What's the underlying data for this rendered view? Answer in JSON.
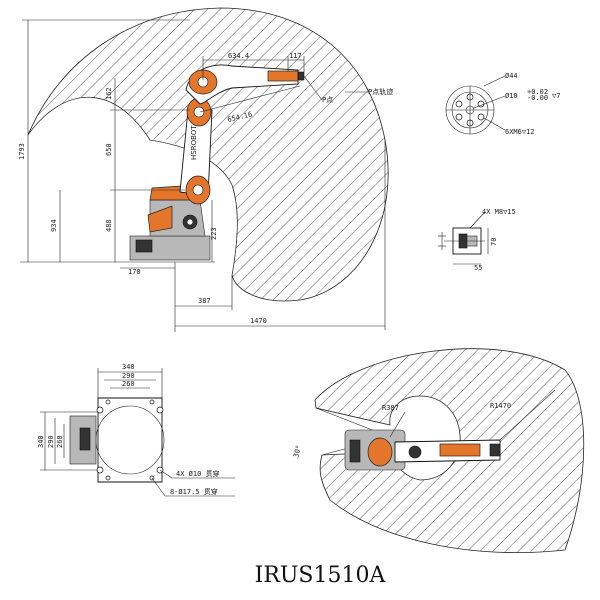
{
  "model_name": "IRUS1510A",
  "brand_label": "HSROBOT",
  "side_view": {
    "dims": {
      "d_634": "634.4",
      "d_117": "117",
      "d_162": "162",
      "d_654": "654.16",
      "d_1793": "1793",
      "d_650": "650",
      "d_934": "934",
      "d_488": "488",
      "d_223": "223",
      "d_170": "170",
      "d_387": "387",
      "d_1470": "1470"
    },
    "labels": {
      "p_point": "P点",
      "p_track": "P点轨迹"
    }
  },
  "flange_view": {
    "d44": "Ø44",
    "d10": "Ø10",
    "tol_upper": "+0.02",
    "tol_lower": "-0.00",
    "depth7": "▽7",
    "holes": "6XM6▽12"
  },
  "side_flange": {
    "m8": "4X  M8▽15",
    "d70": "70",
    "d55": "55"
  },
  "base_view": {
    "d340_top": "340",
    "d290_top": "290",
    "d260_top": "260",
    "d340_side": "340",
    "d290_side": "290",
    "d260_side": "260",
    "holes_10": "4X  Ø10  贯穿",
    "holes_175": "8-Ø17.5 贯穿"
  },
  "top_view": {
    "r387": "R387",
    "r1470": "R1470",
    "angle": "30°"
  }
}
